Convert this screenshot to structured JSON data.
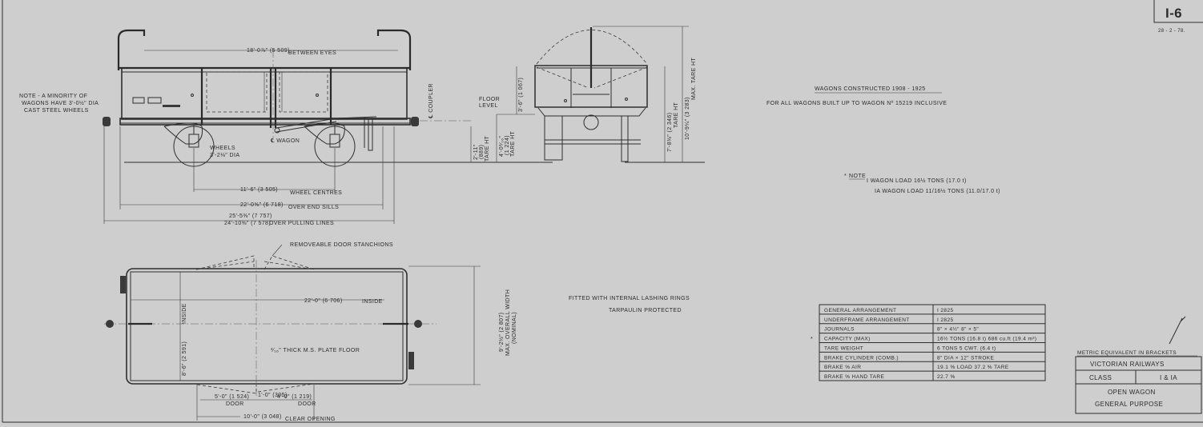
{
  "sheet": {
    "number": "I-6",
    "date": "28 - 2 - 78."
  },
  "side_view": {
    "note_lines": [
      "NOTE - A MINORITY OF",
      "WAGONS HAVE 3'-0½\" DIA",
      "CAST STEEL WHEELS"
    ],
    "between_eyes_dim": "18'-0⅞\" (5 509)",
    "between_eyes_label": "BETWEEN EYES",
    "coupler_label": "℄ COUPLER",
    "wagon_cl_label": "℄ WAGON",
    "wheels_lines": [
      "WHEELS",
      "3'-2⅛\" DIA"
    ],
    "wheel_centres_dim": "11'-6\" (3 505)",
    "wheel_centres_label": "WHEEL CENTRES",
    "end_sills_dim": "22'-0⅝\" (6 718)",
    "end_sills_label": "OVER END SILLS",
    "pulling_dim_1": "25'-5⅜\" (7 757)",
    "pulling_dim_2": "24'-10⅜\" (7 578)",
    "pulling_label": "OVER PULLING LINES"
  },
  "end_view": {
    "floor_level": [
      "FLOOR",
      "LEVEL"
    ],
    "floor_height": "3'-6\" (1 067)",
    "coupler_height": [
      "2'-11\"",
      "(889)",
      "TARE HT"
    ],
    "floor_tare_height": [
      "4'-0³⁄₁₆\"",
      "(1 224)",
      "TARE HT"
    ],
    "body_height": [
      "7'-8⅜\" (2 346)",
      "TARE HT"
    ],
    "max_height": [
      "10'-9¼\" (3 283)",
      "MAX. TARE HT"
    ]
  },
  "plan_view": {
    "stanchions_label": "REMOVEABLE DOOR STANCHIONS",
    "inside_length": "22'-0\" (6 706)",
    "inside_label": "INSIDE",
    "inside_width": "8'-6\" (2 591)",
    "inside_width_label": "INSIDE",
    "floor_label": "³⁄₁₆\" THICK M.S. PLATE FLOOR",
    "overall_width": [
      "9'-2½\" (2 807)",
      "MAX. OVERALL WIDTH",
      "(NOMINAL)"
    ],
    "door_left": "5'-0\" (1 524)",
    "door_centre": "1'-0\" (305)",
    "door_right": "4'-0\" (1 219)",
    "door_label": "DOOR",
    "clear_opening_dim": "10'-0\" (3 048)",
    "clear_opening_label": "CLEAR OPENING"
  },
  "general_notes": {
    "lashing": "FITTED WITH INTERNAL LASHING RINGS",
    "tarpaulin": "TARPAULIN PROTECTED",
    "constructed": "WAGONS CONSTRUCTED   1908 - 1925",
    "for_all": "FOR ALL WAGONS BUILT UP TO WAGON Nº 15219 INCLUSIVE",
    "note_marker": "*",
    "note_label": "NOTE",
    "note_line_1": "I WAGON LOAD 16½ TONS (17.0 t)",
    "note_line_2": "IA WAGON LOAD 11/16½ TONS (11.0/17.0 t)"
  },
  "spec_table": {
    "marker": "*",
    "rows": [
      {
        "label": "GENERAL ARRANGEMENT",
        "value": "I 2825"
      },
      {
        "label": "UNDERFRAME ARRANGEMENT",
        "value": "I 2825"
      },
      {
        "label": "JOURNALS",
        "value": "8\" × 4½\"     8\" × 5\""
      },
      {
        "label": "CAPACITY (MAX)",
        "value": "16½ TONS (16.8 t) 686 cu.ft (19.4 m³)"
      },
      {
        "label": "TARE WEIGHT",
        "value": "6 TONS 5 CWT. (6.4 t)"
      },
      {
        "label": "BRAKE CYLINDER (COMB.)",
        "value": "8\" DIA × 12\" STROKE"
      },
      {
        "label": "BRAKE % AIR",
        "value": "19.1 % LOAD      37.2 % TARE"
      },
      {
        "label": "BRAKE % HAND TARE",
        "value": "22.7 %"
      }
    ]
  },
  "title_block": {
    "metric_note": "METRIC EQUIVALENT IN BRACKETS",
    "railway": "VICTORIAN RAILWAYS",
    "class_label": "CLASS",
    "class_value": "I & IA",
    "description_1": "OPEN WAGON",
    "description_2": "GENERAL PURPOSE"
  }
}
